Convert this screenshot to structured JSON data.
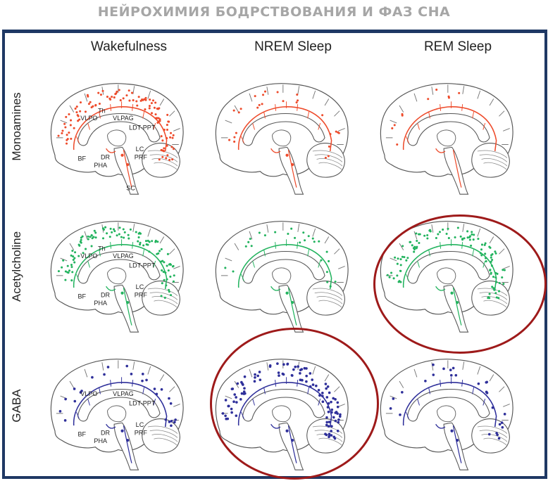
{
  "title": "НЕЙРОХИМИЯ БОДРСТВОВАНИЯ И ФАЗ СНА",
  "columns": [
    "Wakefulness",
    "NREM Sleep",
    "REM Sleep"
  ],
  "rows": [
    {
      "label": "Monoamines",
      "color": "#ee4b2b"
    },
    {
      "label": "Acetylcholine",
      "color": "#22b35e"
    },
    {
      "label": "GABA",
      "color": "#2e2f9a"
    }
  ],
  "structures": [
    "VLPO",
    "Th",
    "VLPAG",
    "LDT-PPT",
    "LC",
    "PRF",
    "BF",
    "DR",
    "PHA",
    "SC"
  ],
  "highlighted_panels": [
    "Acetylcholine / REM Sleep",
    "GABA / NREM Sleep"
  ],
  "highlight_color": "#9e1a1a",
  "frame_color": "#1f3864"
}
